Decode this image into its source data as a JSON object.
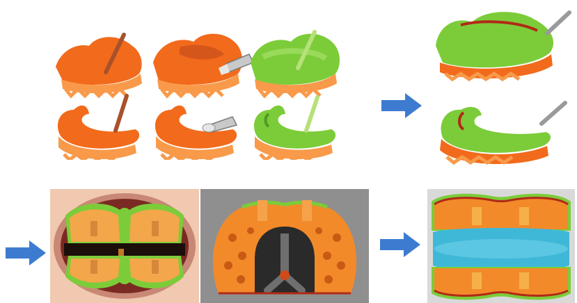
{
  "figure": {
    "background": "#ffffff",
    "colors": {
      "orange": "#f26a1b",
      "orange_dark": "#c9500f",
      "orange_light": "#f89a4a",
      "green": "#7ccc3a",
      "green_dark": "#4f9a22",
      "red_liner": "#b02a16",
      "cyan": "#3fb8d8",
      "arrow": "#3d7bd1",
      "tool_grey": "#9a9a9a",
      "mouth_skin": "#f0c9b0",
      "grey_bg": "#8f8f8f",
      "dark_frame": "#2a2a2a"
    },
    "panels": [
      {
        "name": "orange-bite-block-impression-top",
        "icon": "bite-block"
      },
      {
        "name": "orange-bite-block-trimmed-top",
        "icon": "bite-block"
      },
      {
        "name": "green-coated-bite-block-top",
        "icon": "bite-block"
      },
      {
        "name": "orange-horseshoe-block-bottom",
        "icon": "horseshoe"
      },
      {
        "name": "orange-horseshoe-trimmed-bottom",
        "icon": "horseshoe"
      },
      {
        "name": "green-coated-horseshoe-bottom",
        "icon": "horseshoe"
      },
      {
        "name": "finished-upper-block",
        "icon": "bite-block"
      },
      {
        "name": "finished-lower-block",
        "icon": "horseshoe"
      },
      {
        "name": "mouth-photo",
        "icon": "mouth"
      },
      {
        "name": "cad-render",
        "icon": "render"
      },
      {
        "name": "assembled-mouthpiece",
        "icon": "assembly"
      }
    ],
    "arrows": [
      {
        "name": "arrow-right-top",
        "icon": "arrow-right"
      },
      {
        "name": "arrow-right-bottom-left",
        "icon": "arrow-right"
      },
      {
        "name": "arrow-right-bottom-right",
        "icon": "arrow-right"
      }
    ]
  }
}
